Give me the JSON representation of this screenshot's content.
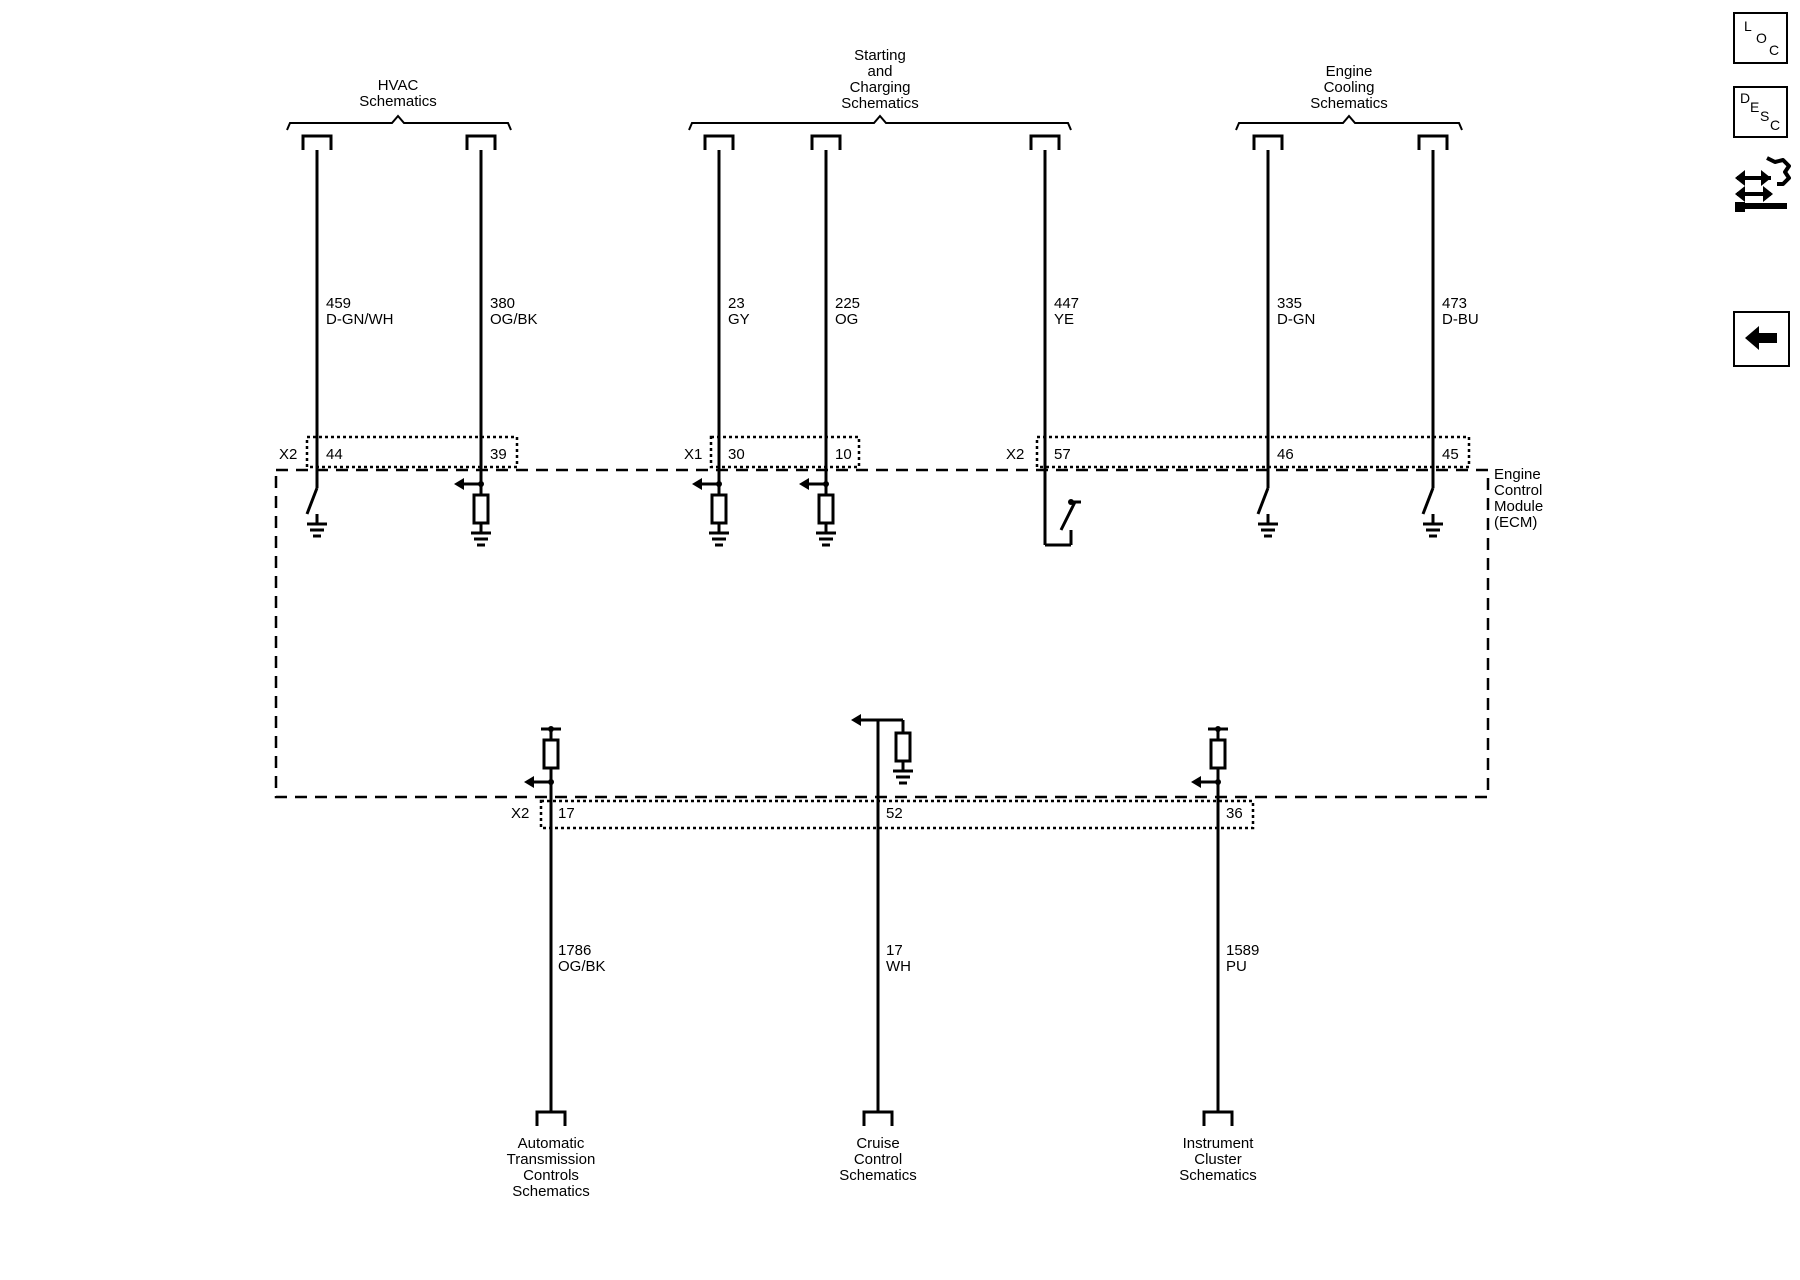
{
  "references_top": {
    "hvac": [
      "HVAC",
      "Schematics"
    ],
    "starting": [
      "Starting",
      "and",
      "Charging",
      "Schematics"
    ],
    "cooling": [
      "Engine",
      "Cooling",
      "Schematics"
    ]
  },
  "references_bottom": {
    "trans": [
      "Automatic",
      "Transmission",
      "Controls",
      "Schematics"
    ],
    "cruise": [
      "Cruise",
      "Control",
      "Schematics"
    ],
    "cluster": [
      "Instrument",
      "Cluster",
      "Schematics"
    ]
  },
  "circuits_top": [
    {
      "circuit": "459",
      "color": "D-GN/WH"
    },
    {
      "circuit": "380",
      "color": "OG/BK"
    },
    {
      "circuit": "23",
      "color": "GY"
    },
    {
      "circuit": "225",
      "color": "OG"
    },
    {
      "circuit": "447",
      "color": "YE"
    },
    {
      "circuit": "335",
      "color": "D-GN"
    },
    {
      "circuit": "473",
      "color": "D-BU"
    }
  ],
  "circuits_bottom": [
    {
      "circuit": "1786",
      "color": "OG/BK"
    },
    {
      "circuit": "17",
      "color": "WH"
    },
    {
      "circuit": "1589",
      "color": "PU"
    }
  ],
  "connectors": {
    "top_left": "X2",
    "top_mid": "X1",
    "top_right": "X2",
    "bottom": "X2"
  },
  "pins_top": [
    "44",
    "39",
    "30",
    "10",
    "57",
    "46",
    "45"
  ],
  "pins_bottom": [
    "17",
    "52",
    "36"
  ],
  "module_label": [
    "Engine",
    "Control",
    "Module",
    "(ECM)"
  ],
  "nav": {
    "loc": {
      "l1": "L",
      "l2": "O",
      "l3": "C"
    },
    "desc": {
      "l1": "D",
      "l2": "E",
      "l3": "S",
      "l4": "C"
    },
    "service_icon": "service-wrench-arrows-icon",
    "back_icon": "back-arrow-icon"
  }
}
